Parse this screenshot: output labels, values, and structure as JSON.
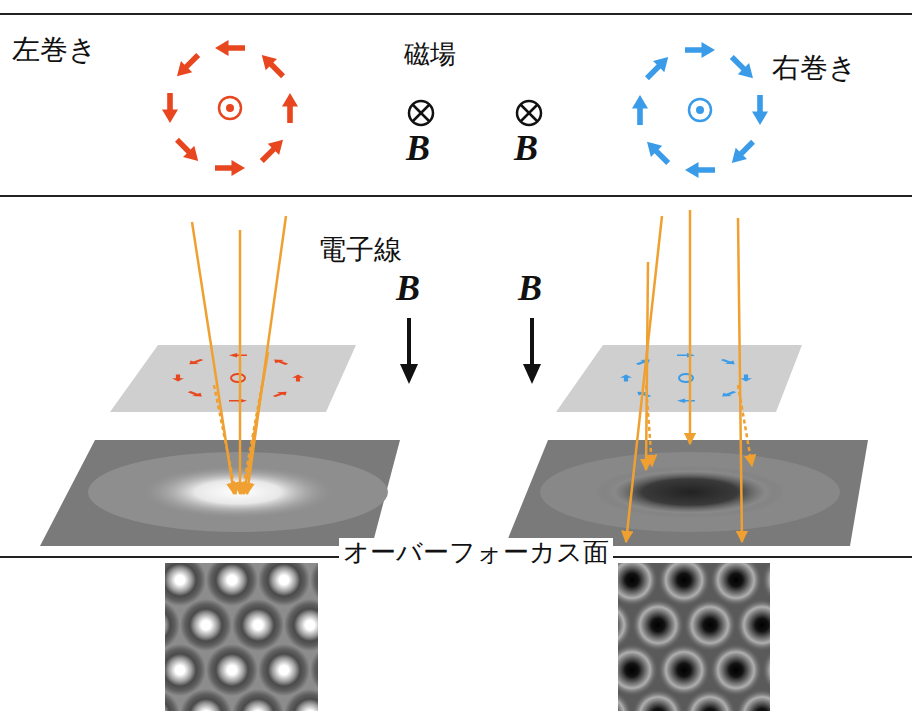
{
  "diagram": {
    "labels": [
      "左巻き",
      "磁場",
      "右巻き",
      "B",
      "B",
      "電子線",
      "B",
      "B",
      "オーバーフォーカス面"
    ]
  }
}
